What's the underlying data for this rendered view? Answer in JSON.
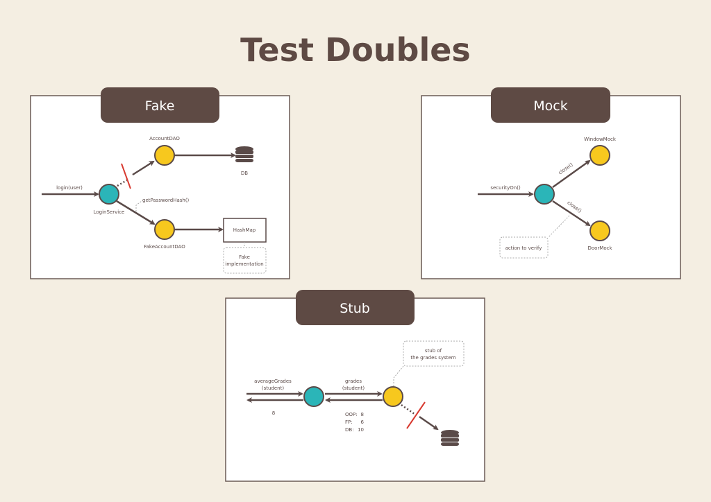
{
  "title": "Test Doubles",
  "colors": {
    "background": "#f4eee2",
    "tab": "#5e4a44",
    "teal": "#2bb5b8",
    "yellow": "#f7c81e",
    "cut": "#d83a30"
  },
  "fake": {
    "tab": "Fake",
    "call": "login(user)",
    "service": "LoginService",
    "real_dao": "AccountDAO",
    "db": "DB",
    "method": "getPasswordHash()",
    "fake_dao": "FakeAccountDAO",
    "store": "HashMap",
    "note_line1": "Fake",
    "note_line2": "implementation"
  },
  "mock": {
    "tab": "Mock",
    "call": "securityOn()",
    "edge1": "close()",
    "edge2": "close()",
    "target1": "WindowMock",
    "target2": "DoorMock",
    "note": "action to verify"
  },
  "stub": {
    "tab": "Stub",
    "call_line1": "averageGrades",
    "call_line2": "(student)",
    "result": "8",
    "inner_line1": "grades",
    "inner_line2": "(student)",
    "grades": [
      {
        "subject": "OOP:",
        "value": "8"
      },
      {
        "subject": "FP:",
        "value": "6"
      },
      {
        "subject": "DB:",
        "value": "10"
      }
    ],
    "note_line1": "stub of",
    "note_line2": "the grades system"
  }
}
